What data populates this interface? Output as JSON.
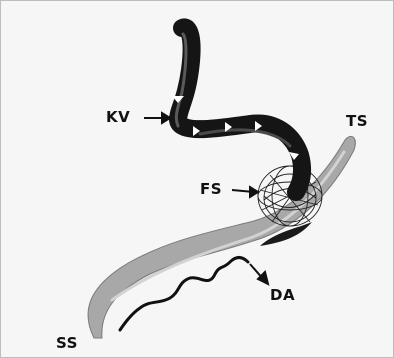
{
  "figure": {
    "labels": {
      "kv": "KV",
      "ts": "TS",
      "fs": "FS",
      "da": "DA",
      "ss": "SS"
    }
  }
}
